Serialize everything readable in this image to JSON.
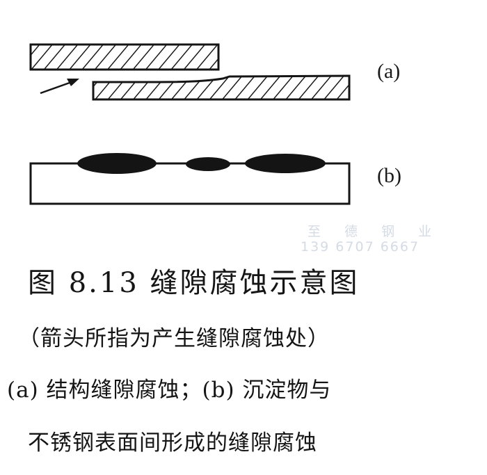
{
  "diagram": {
    "label_a": "(a)",
    "label_b": "(b)"
  },
  "watermark": {
    "company": "至 德 钢 业",
    "phone": "139 6707 6667"
  },
  "caption": {
    "title": "图 8.13  缝隙腐蚀示意图",
    "line1": "（箭头所指为产生缝隙腐蚀处）",
    "line2": "(a) 结构缝隙腐蚀；(b) 沉淀物与",
    "line3": "不锈钢表面间形成的缝隙腐蚀"
  }
}
